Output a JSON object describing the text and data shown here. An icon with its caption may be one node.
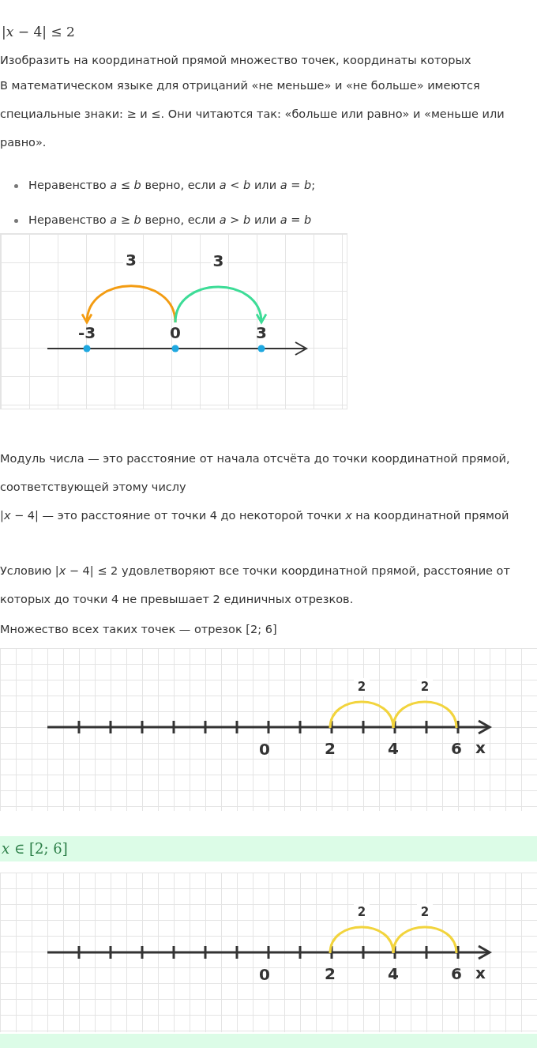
{
  "diagram": {
    "nodes": [
      {
        "text": [
          "-3"
        ]
      },
      {
        "text": [
          "0"
        ]
      },
      {
        "text": [
          "3"
        ]
      },
      {
        "text": [
          "2"
        ]
      },
      {
        "text": [
          "4"
        ]
      },
      {
        "text": [
          "6"
        ]
      },
      {
        "text": [
          "2"
        ]
      },
      {
        "text": [
          "4"
        ]
      },
      {
        "text": [
          "6"
        ]
      }
    ],
    "edges": [
      {
        "from": 1,
        "to": 0,
        "arrow": "to",
        "label": "3",
        "color": "#f39c12"
      },
      {
        "from": 1,
        "to": 2,
        "arrow": "to",
        "label": "3",
        "color": "#3ddc97"
      },
      {
        "from": 3,
        "to": 4,
        "arrow": "none",
        "label": "2",
        "color": "#f2d43d"
      },
      {
        "from": 4,
        "to": 5,
        "arrow": "none",
        "label": "2",
        "color": "#f2d43d"
      },
      {
        "from": 6,
        "to": 7,
        "arrow": "none",
        "label": "2",
        "color": "#f2d43d"
      },
      {
        "from": 7,
        "to": 8,
        "arrow": "none",
        "label": "2",
        "color": "#f2d43d"
      }
    ],
    "labels": [
      "|*x* − 4| ≤ 2",
      "Изобразить на координатной прямой множество точек, координаты которых",
      "В математическом языке для отрицаний «не меньше» и «не больше» имеются специальные знаки: ≥ и ≤. Они читаются так: «больше или равно» и «меньше или равно».",
      "Неравенство *a* ≤ *b* верно, если *a* < *b* или *a* = *b*;",
      "Неравенство *a* ≥ *b* верно, если *a* > *b* или *a* = *b*",
      "Модуль числа — это расстояние от начала отсчёта до точки координатной прямой, соответствующей этому числу",
      "|*x* − 4| — это расстояние от точки 4 до некоторой точки *x* на координатной прямой",
      "Условию |*x* − 4| ≤ 2 удовлетворяют все точки координатной прямой, расстояние от которых до точки 4 не превышает 2 единичных отрезков.",
      "Множество всех таких точек — отрезок [2; 6]",
      "0",
      "x",
      "*x* ∈ [2; 6]",
      "0",
      "x"
    ]
  }
}
